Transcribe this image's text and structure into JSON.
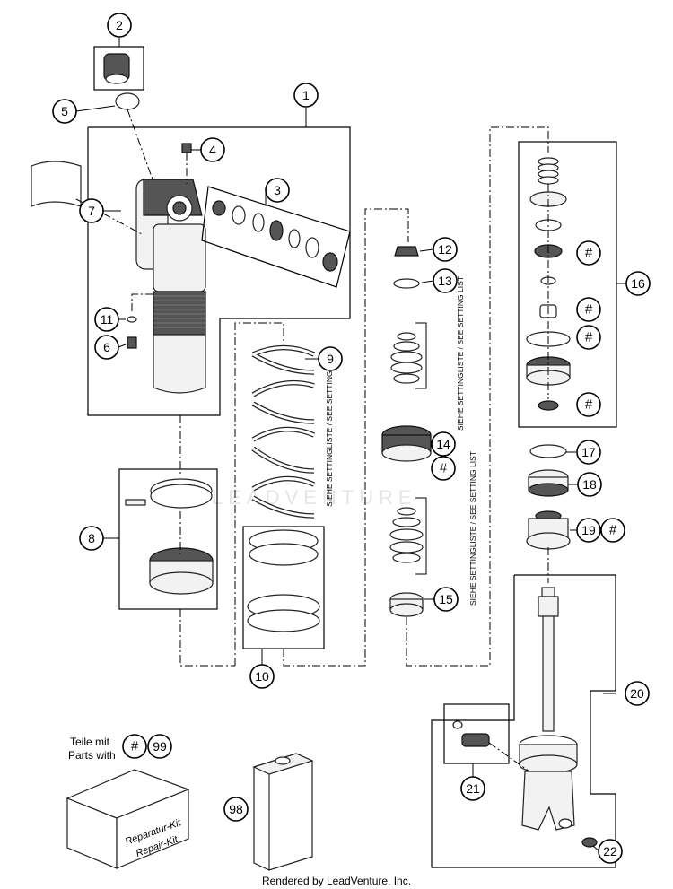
{
  "callouts": {
    "c1": "1",
    "c2": "2",
    "c3": "3",
    "c4": "4",
    "c5": "5",
    "c6": "6",
    "c7": "7",
    "c8": "8",
    "c9": "9",
    "c10": "10",
    "c11": "11",
    "c12": "12",
    "c13": "13",
    "c14": "14",
    "c15": "15",
    "c16": "16",
    "c17": "17",
    "c18": "18",
    "c19": "19",
    "c20": "20",
    "c21": "21",
    "c22": "22",
    "c98": "98",
    "c99": "99"
  },
  "hash_symbol": "#",
  "setting_list_label": "SIEHE SETTINGLISTE / SEE SETTING LIST",
  "kit_legend": {
    "line1": "Teile mit",
    "line2": "Parts with"
  },
  "kit_box": {
    "line1": "Reparatur-Kit",
    "line2": "Repair-Kit"
  },
  "watermark": "LEADVENTURE",
  "footer": "Rendered by LeadVenture, Inc."
}
